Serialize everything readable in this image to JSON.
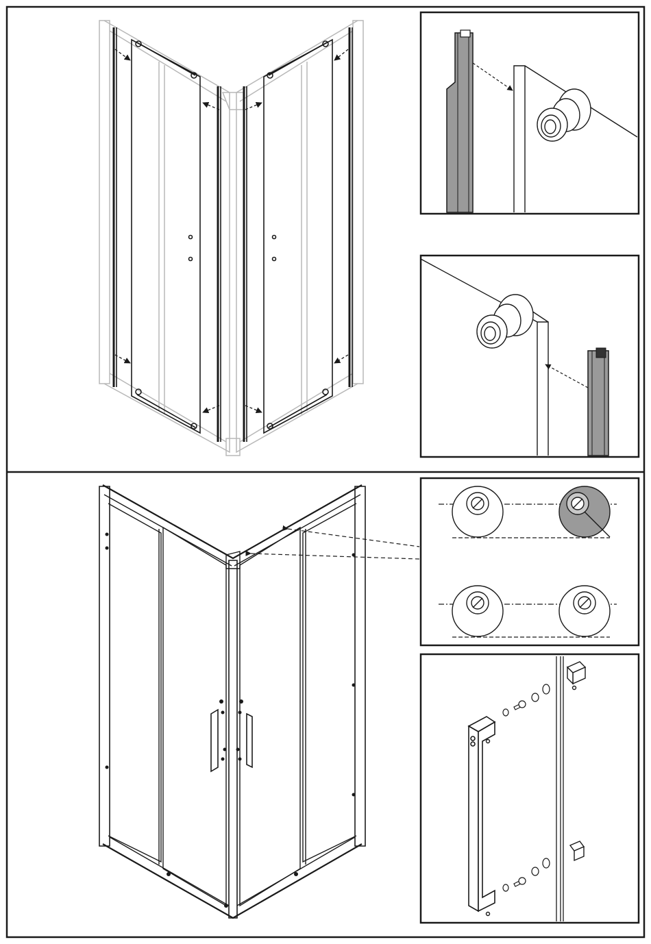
{
  "sheet": {
    "title": "",
    "steps": [
      {
        "id": "step-1",
        "description_visible": false
      },
      {
        "id": "step-2",
        "description_visible": false
      }
    ]
  },
  "palette": {
    "line": "#1a1a1a",
    "light_line": "#b8b8b8",
    "seal_fill": "#9a9a9a",
    "roller_fill": "#c8c8c8",
    "paper": "#ffffff"
  },
  "icons": [
    "magnetic-seal-profile",
    "roller-wheel",
    "eccentric-roller-adjust",
    "door-handle",
    "screw",
    "washer",
    "cap"
  ]
}
